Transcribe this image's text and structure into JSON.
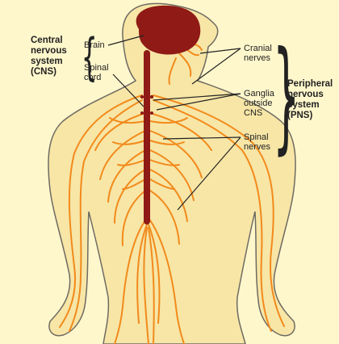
{
  "labels": {
    "cns_group": "Central\nnervous\nsystem\n(CNS)",
    "brain": "Brain",
    "spinal_cord": "Spinal\ncord",
    "cranial_nerves": "Cranial\nnerves",
    "ganglia": "Ganglia\noutside\nCNS",
    "spinal_nerves": "Spinal\nnerves",
    "pns_group": "Peripheral\nnervous\nsystem\n(PNS)"
  },
  "colors": {
    "background": "#fff7cc",
    "skin": "#f7e6a6",
    "skin_outline": "#6e6a62",
    "cns": "#8f1a16",
    "nerves": "#f28a1c"
  }
}
